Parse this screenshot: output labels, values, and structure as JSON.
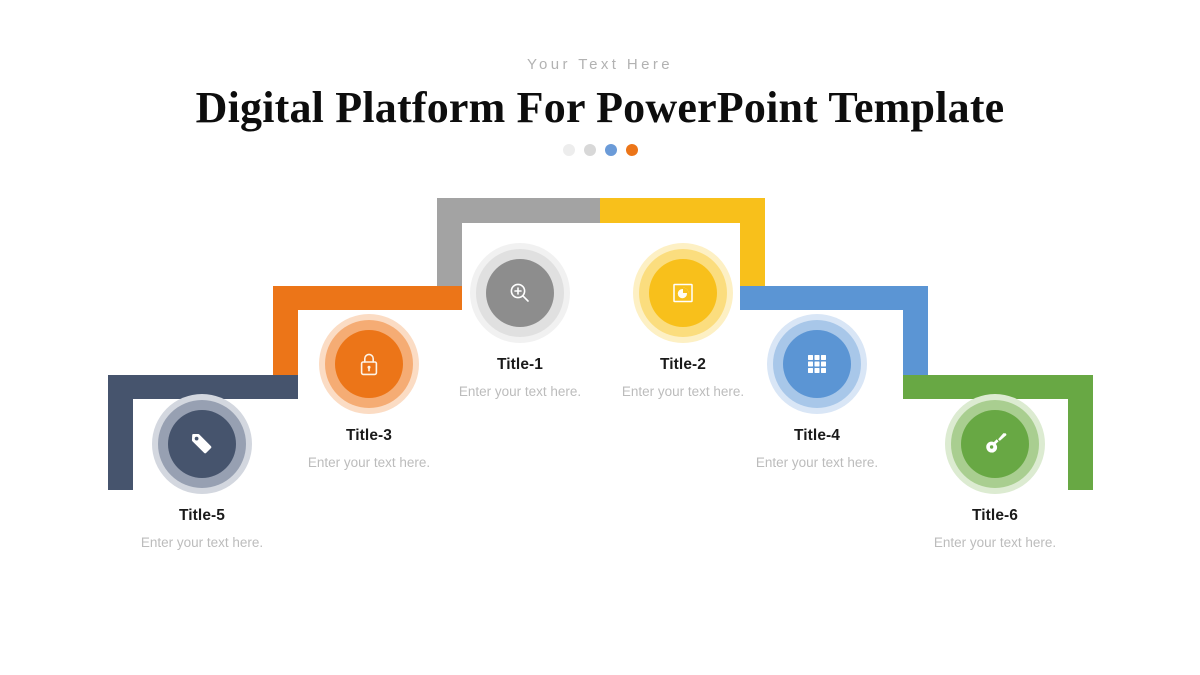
{
  "header": {
    "eyebrow": "Your Text Here",
    "headline": "Digital Platform For PowerPoint Template",
    "dots": [
      {
        "name": "dot-1",
        "color": "#ededed"
      },
      {
        "name": "dot-2",
        "color": "#d8d8d8"
      },
      {
        "name": "dot-3",
        "color": "#6b9bd8"
      },
      {
        "name": "dot-4",
        "color": "#ec7518"
      }
    ]
  },
  "diagram": {
    "steps": [
      {
        "id": "title-1",
        "title": "Title-1",
        "caption": "Enter your text here.",
        "icon": "zoom-in-icon",
        "color": "#8d8d8d",
        "ring_mid": "#e0e0e0",
        "ring_outer": "#f1f1f1"
      },
      {
        "id": "title-2",
        "title": "Title-2",
        "caption": "Enter your text here.",
        "icon": "pie-chart-frame-icon",
        "color": "#f8c01b",
        "ring_mid": "#fbdd7e",
        "ring_outer": "#fdf0c4"
      },
      {
        "id": "title-3",
        "title": "Title-3",
        "caption": "Enter your text here.",
        "icon": "lock-icon",
        "color": "#ec7518",
        "ring_mid": "#f5ac74",
        "ring_outer": "#fbdcc4"
      },
      {
        "id": "title-4",
        "title": "Title-4",
        "caption": "Enter your text here.",
        "icon": "grid-icon",
        "color": "#5b95d4",
        "ring_mid": "#a8c7e9",
        "ring_outer": "#d9e6f6"
      },
      {
        "id": "title-5",
        "title": "Title-5",
        "caption": "Enter your text here.",
        "icon": "price-tag-icon",
        "color": "#46546d",
        "ring_mid": "#97a0b2",
        "ring_outer": "#d3d7df"
      },
      {
        "id": "title-6",
        "title": "Title-6",
        "caption": "Enter your text here.",
        "icon": "guitar-icon",
        "color": "#68a844",
        "ring_mid": "#a9ce90",
        "ring_outer": "#dcebd1"
      }
    ],
    "bars": [
      {
        "name": "bar-gray-horizontal",
        "color": "#a3a3a3"
      },
      {
        "name": "bar-gray-vertical",
        "color": "#a3a3a3"
      },
      {
        "name": "bar-yellow-horizontal",
        "color": "#f8c01b"
      },
      {
        "name": "bar-yellow-vertical",
        "color": "#f8c01b"
      },
      {
        "name": "bar-orange-horizontal",
        "color": "#ec7518"
      },
      {
        "name": "bar-orange-vertical",
        "color": "#ec7518"
      },
      {
        "name": "bar-blue-horizontal",
        "color": "#5b95d4"
      },
      {
        "name": "bar-blue-vertical",
        "color": "#5b95d4"
      },
      {
        "name": "bar-navy-horizontal",
        "color": "#46546d"
      },
      {
        "name": "bar-navy-vertical",
        "color": "#46546d"
      },
      {
        "name": "bar-green-horizontal",
        "color": "#68a844"
      },
      {
        "name": "bar-green-vertical",
        "color": "#68a844"
      }
    ]
  }
}
